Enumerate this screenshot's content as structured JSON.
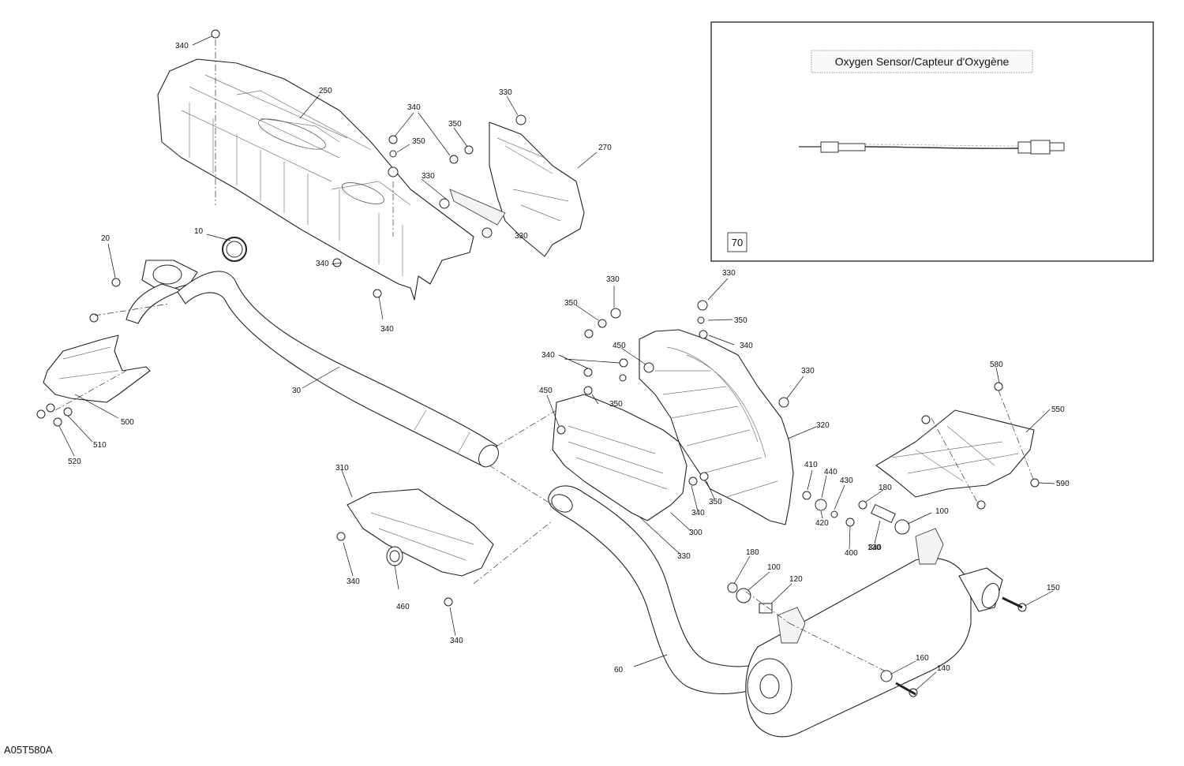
{
  "inset": {
    "title": "Oxygen Sensor/Capteur d'Oxygène",
    "ref_number": "70"
  },
  "drawing_code": "A05T580A",
  "callouts": [
    "340",
    "250",
    "340",
    "350",
    "350",
    "330",
    "330",
    "270",
    "330",
    "20",
    "10",
    "340",
    "340",
    "30",
    "500",
    "510",
    "520",
    "330",
    "350",
    "330",
    "350",
    "340",
    "450",
    "340",
    "350",
    "450",
    "330",
    "320",
    "580",
    "550",
    "590",
    "410",
    "440",
    "430",
    "180",
    "100",
    "310",
    "340",
    "350",
    "340",
    "300",
    "330",
    "420",
    "400",
    "130",
    "340",
    "460",
    "180",
    "100",
    "120",
    "150",
    "340",
    "60",
    "160",
    "140"
  ]
}
